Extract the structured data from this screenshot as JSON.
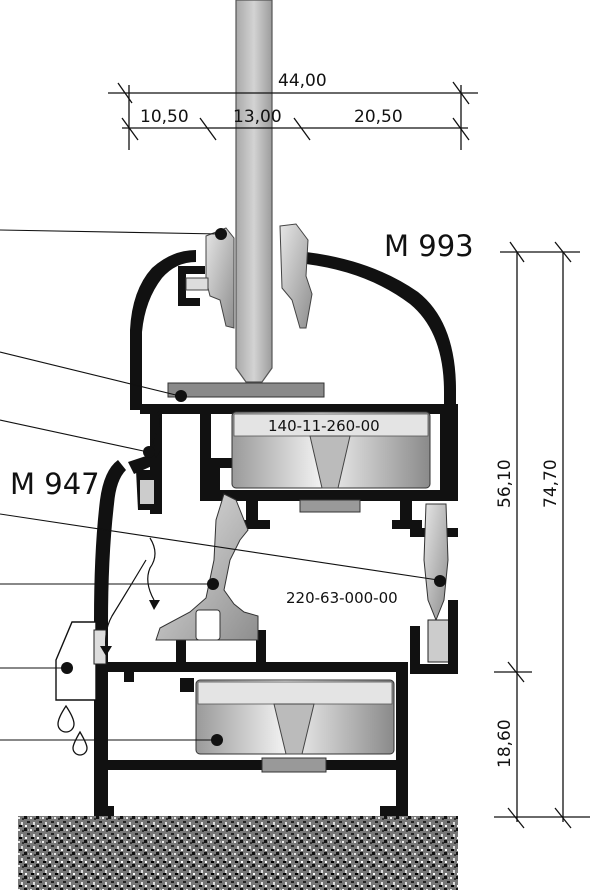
{
  "dimensions": {
    "total_width": "44,00",
    "left_width": "10,50",
    "middle_width": "13,00",
    "right_width": "20,50",
    "height_sash": "56,10",
    "height_total": "74,70",
    "height_frame": "18,60"
  },
  "profiles": {
    "sash": "M 993",
    "frame": "M 947"
  },
  "part_codes": {
    "upper_insert": "140-11-260-00",
    "gasket": "220-63-000-00"
  },
  "colors": {
    "profile": "#111111",
    "glass": "#c8c8c8",
    "gasket": "#bdbdbd",
    "insert": "#d6d6d6"
  }
}
